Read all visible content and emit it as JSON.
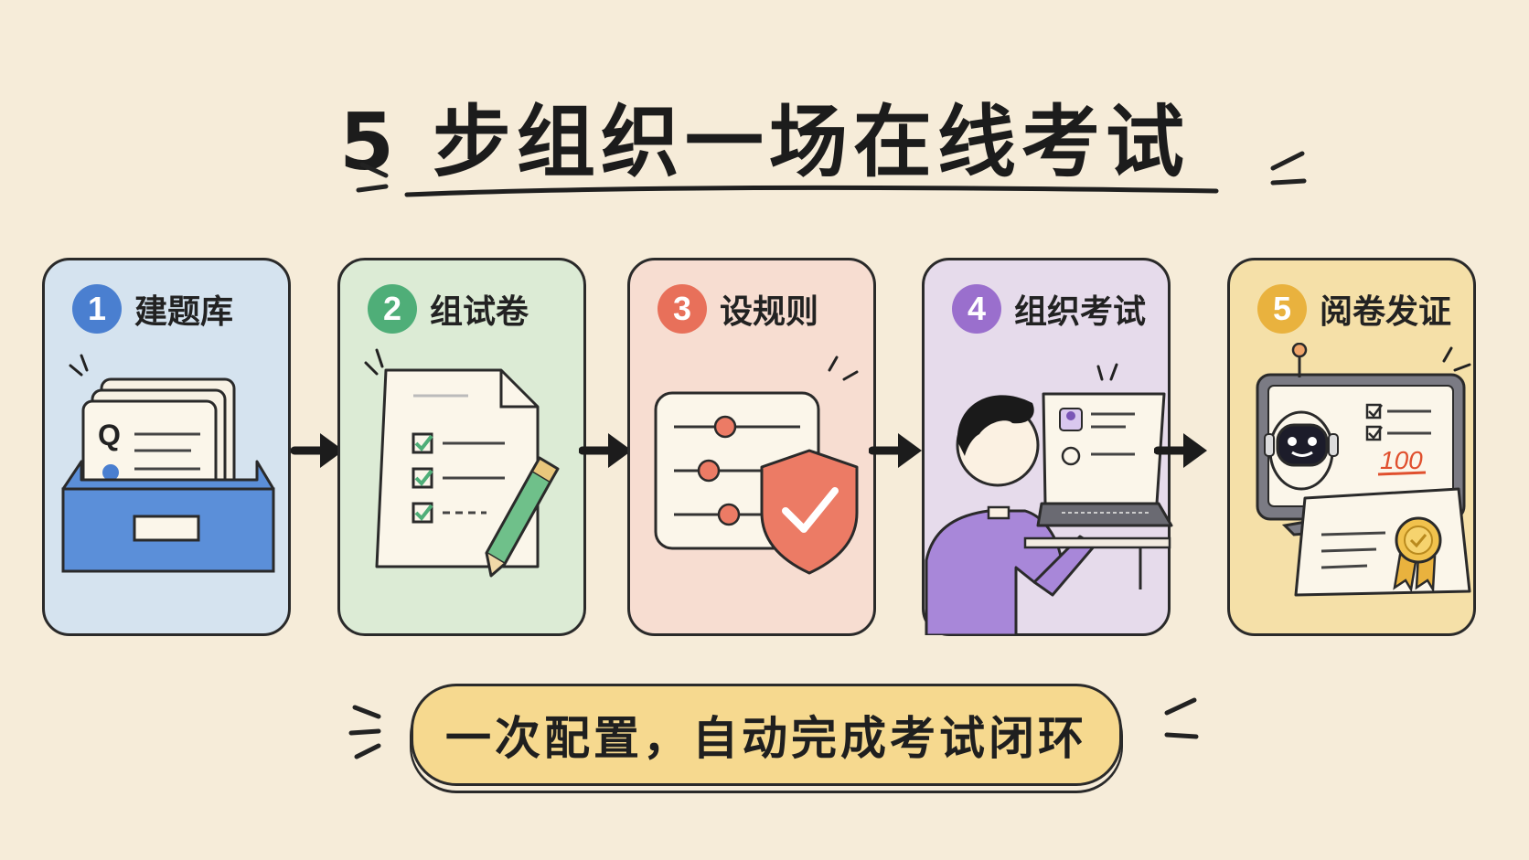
{
  "title": "5 步组织一场在线考试",
  "steps": [
    {
      "num": "1",
      "label": "建题库",
      "color": "#4a7fd0",
      "bg": "#d5e3ef"
    },
    {
      "num": "2",
      "label": "组试卷",
      "color": "#4fae78",
      "bg": "#dcebd5"
    },
    {
      "num": "3",
      "label": "设规则",
      "color": "#e8705a",
      "bg": "#f7ddd1"
    },
    {
      "num": "4",
      "label": "组织考试",
      "color": "#9a6fcd",
      "bg": "#e6dbeb"
    },
    {
      "num": "5",
      "label": "阅卷发证",
      "color": "#e9b23e",
      "bg": "#f5e0a8"
    }
  ],
  "illus": {
    "q_letter": "Q",
    "score": "100"
  },
  "footer": "一次配置，自动完成考试闭环"
}
